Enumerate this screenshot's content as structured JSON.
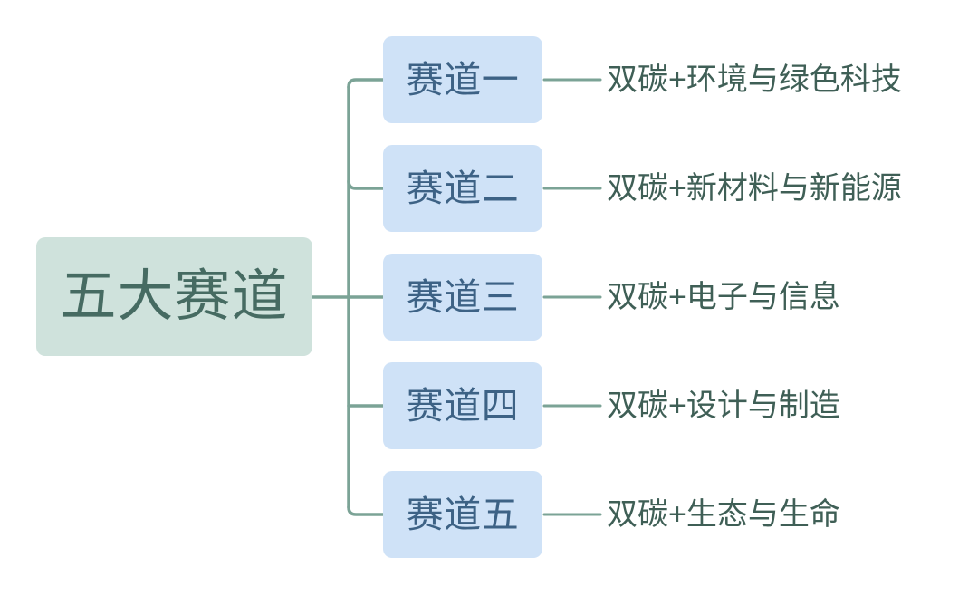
{
  "diagram": {
    "type": "mindmap",
    "orientation": "left-to-right",
    "root": {
      "label": "五大赛道",
      "fill": "#cfe2dc",
      "text_color": "#466b62"
    },
    "connector_color": "#7ba396",
    "node_fill": "#cfe2f7",
    "node_text_color": "#3d6285",
    "leaf_text_color": "#3f5f56",
    "branches": [
      {
        "node": "赛道一",
        "leaf": "双碳+环境与绿色科技"
      },
      {
        "node": "赛道二",
        "leaf": "双碳+新材料与新能源"
      },
      {
        "node": "赛道三",
        "leaf": "双碳+电子与信息"
      },
      {
        "node": "赛道四",
        "leaf": "双碳+设计与制造"
      },
      {
        "node": "赛道五",
        "leaf": "双碳+生态与生命"
      }
    ]
  }
}
